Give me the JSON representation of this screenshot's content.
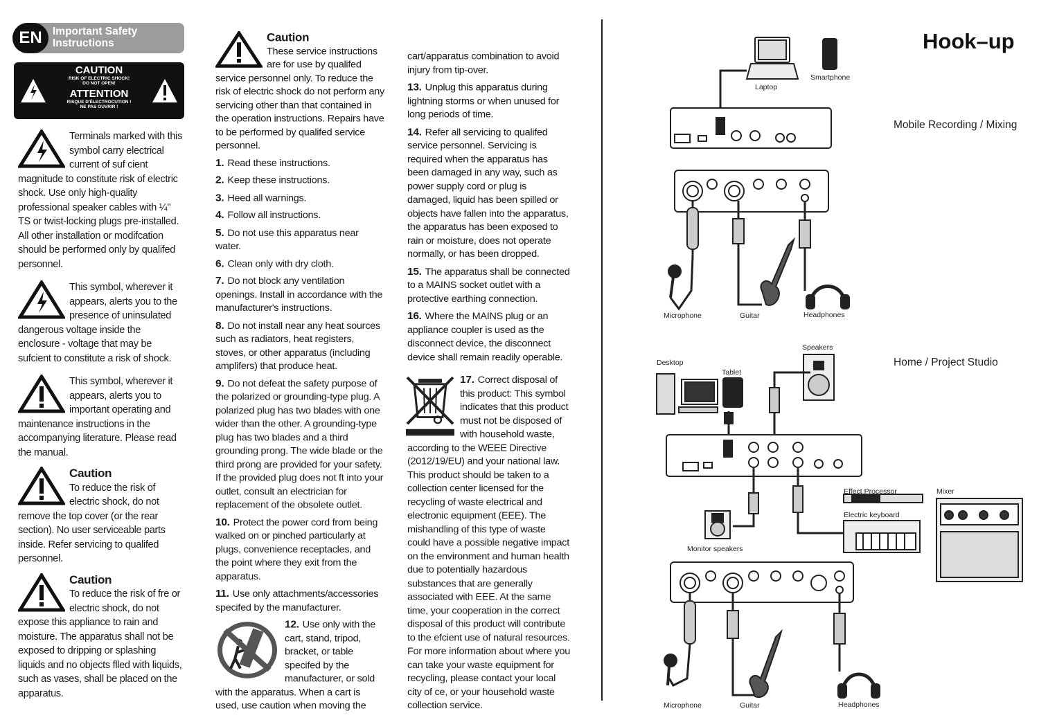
{
  "en_badge": "EN",
  "en_title": "Important Safety Instructions",
  "caution_box": {
    "caution": "CAUTION",
    "caution_sub1": "RISK OF ELECTRIC SHOCK!",
    "caution_sub2": "DO NOT OPEN!",
    "attention": "ATTENTION",
    "attention_sub1": "RISQUE D'ÉLECTROCUTION !",
    "attention_sub2": "NE PAS OUVRIR !"
  },
  "col1": {
    "p1": "Terminals marked with this symbol carry electrical current of suf cient magnitude to constitute risk of electric shock. Use only high-quality professional speaker cables with ¼\" TS or twist-locking plugs pre-installed. All other installation or modifcation should be performed only by qualifed personnel.",
    "p2": "This symbol, wherever it appears, alerts you to the presence of uninsulated dangerous voltage inside the enclosure - voltage that may be sufcient to constitute a risk of shock.",
    "p3": "This symbol, wherever it appears, alerts you to important operating and maintenance instructions in the accompanying literature. Please read the manual.",
    "c1_head": "Caution",
    "c1_text": "To reduce the risk of electric shock, do not remove the top cover (or the rear section). No user serviceable parts inside. Refer servicing to qualifed personnel.",
    "c2_head": "Caution",
    "c2_text": "To reduce the risk of fre or electric shock, do not expose this appliance to rain and moisture. The apparatus shall not be exposed to dripping or splashing liquids and no objects flled with liquids, such as vases, shall be placed on the apparatus."
  },
  "col2": {
    "c_head": "Caution",
    "c_text": "These service instructions are for use by qualifed service personnel only. To reduce the risk of electric shock do not perform any servicing other than that contained in the operation instructions. Repairs have to be performed by qualifed service personnel.",
    "items": [
      {
        "n": "1.",
        "t": "Read these instructions."
      },
      {
        "n": "2.",
        "t": "Keep these instructions."
      },
      {
        "n": "3.",
        "t": "Heed all warnings."
      },
      {
        "n": "4.",
        "t": "Follow all instructions."
      },
      {
        "n": "5.",
        "t": "Do not use this apparatus near water."
      },
      {
        "n": "6.",
        "t": "Clean only with dry cloth."
      },
      {
        "n": "7.",
        "t": "Do not block any ventilation openings. Install in accordance with the manufacturer's instructions."
      },
      {
        "n": "8.",
        "t": "Do not install near any heat sources such as radiators, heat registers, stoves, or other apparatus (including amplifers) that produce heat."
      },
      {
        "n": "9.",
        "t": "Do not defeat the safety purpose of the polarized or grounding-type plug. A polarized plug has two blades with one wider than the other. A grounding-type plug has two blades and a third grounding prong. The wide blade or the third prong are provided for your safety. If the provided plug does not ft into your outlet, consult an electrician for replacement of the obsolete outlet."
      },
      {
        "n": "10.",
        "t": "Protect the power cord from being walked on or pinched particularly at plugs, convenience receptacles, and the point where they exit from the apparatus."
      },
      {
        "n": "11.",
        "t": "Use only attachments/accessories specifed by the manufacturer."
      }
    ],
    "item12_num": "12.",
    "item12_text": "Use only with the cart, stand, tripod, bracket, or table specifed by the manufacturer, or sold with the apparatus. When a cart is used, use caution when moving the"
  },
  "col3": {
    "cont": "cart/apparatus combination to avoid injury from tip-over.",
    "items": [
      {
        "n": "13.",
        "t": "Unplug this apparatus during lightning storms or when unused for long periods of time."
      },
      {
        "n": "14.",
        "t": "Refer all servicing to qualifed service personnel. Servicing is required when the apparatus has been damaged in any way, such as power supply cord or plug is damaged, liquid has been spilled or objects have fallen into the apparatus, the apparatus has been exposed to rain or moisture, does not operate normally, or has been dropped."
      },
      {
        "n": "15.",
        "t": "The apparatus shall be connected to a MAINS socket outlet with a protective earthing connection."
      },
      {
        "n": "16.",
        "t": "Where the MAINS plug or an appliance coupler is used as the disconnect device, the disconnect device shall remain readily operable."
      }
    ],
    "item17_num": "17.",
    "item17_text": "Correct disposal of this product: This symbol indicates that this product must not be disposed of with household waste, according to the WEEE Directive (2012/19/EU) and your national law. This product should be taken to a collection center licensed for the recycling of waste electrical and electronic equipment (EEE). The mishandling of this type of waste could have a possible negative impact on the environment and human health due to potentially hazardous substances that are generally associated with EEE. At the same time, your cooperation in the correct disposal of this product will contribute to the efcient use of natural resources. For more information about where you can take your waste equipment for recycling, please contact your local city of ce, or your household waste collection service."
  },
  "hookup": {
    "title": "Hook–up",
    "mobile_title": "Mobile Recording / Mixing",
    "home_title": "Home / Project Studio",
    "labels": {
      "laptop": "Laptop",
      "smartphone": "Smartphone",
      "microphone": "Microphone",
      "guitar": "Guitar",
      "headphones": "Headphones",
      "desktop": "Desktop",
      "tablet": "Tablet",
      "speakers": "Speakers",
      "effect_processor": "Effect Processor",
      "mixer": "Mixer",
      "electric_keyboard": "Electric keyboard",
      "monitor_speakers": "Monitor speakers",
      "microphone2": "Microphone",
      "guitar2": "Guitar",
      "headphones2": "Headphones"
    }
  }
}
